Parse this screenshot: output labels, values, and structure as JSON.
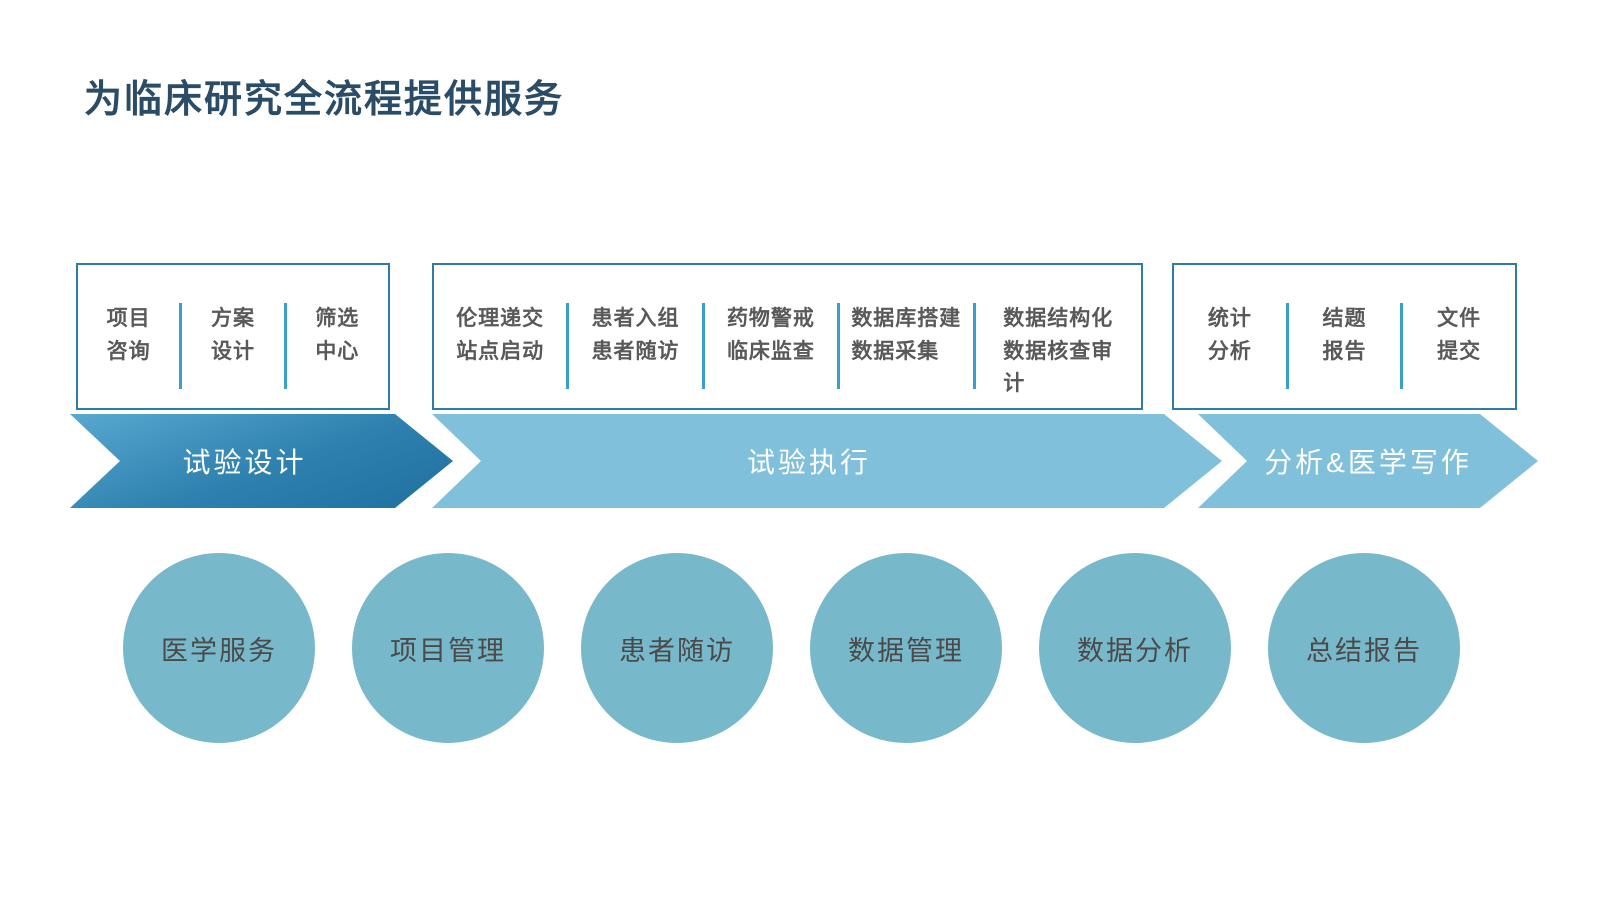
{
  "title": "为临床研究全流程提供服务",
  "colors": {
    "title": "#2b4c66",
    "box-border": "#2e7ca6",
    "divider": "#3aa0c6",
    "item-text": "#595959",
    "arrow-dark-1": "#58a8d0",
    "arrow-dark-2": "#1f709f",
    "arrow-light": "#81c0db",
    "arrow-text": "#ffffff",
    "circle-fill": "#77b9ca",
    "circle-text": "#4a4a4a"
  },
  "stages": [
    {
      "label": "试验设计",
      "items": [
        "项目\n咨询",
        "方案\n设计",
        "筛选\n中心"
      ]
    },
    {
      "label": "试验执行",
      "items": [
        "伦理递交\n站点启动",
        "患者入组\n患者随访",
        "药物警戒\n临床监查",
        "数据库搭建\n数据采集",
        "数据结构化\n数据核查审\n计"
      ]
    },
    {
      "label": "分析&医学写作",
      "items": [
        "统计\n分析",
        "结题\n报告",
        "文件\n提交"
      ]
    }
  ],
  "services": [
    "医学服务",
    "项目管理",
    "患者随访",
    "数据管理",
    "数据分析",
    "总结报告"
  ]
}
